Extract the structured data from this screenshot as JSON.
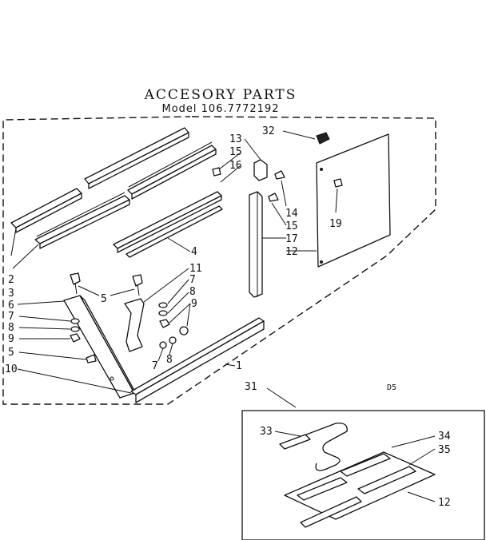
{
  "title": "ACCESORY PARTS",
  "model": "Model 106.7772192",
  "code": "D5",
  "callouts": [
    "2",
    "3",
    "6",
    "7",
    "8",
    "9",
    "5",
    "10",
    "5",
    "11",
    "7",
    "8",
    "9",
    "7",
    "8",
    "4",
    "1",
    "13",
    "15",
    "16",
    "14",
    "15",
    "17",
    "12",
    "32",
    "19",
    "31",
    "33",
    "34",
    "35",
    "12"
  ]
}
